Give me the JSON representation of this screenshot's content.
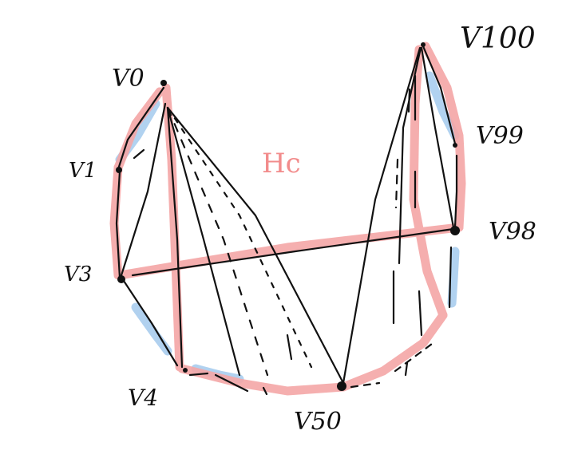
{
  "diagram": {
    "cycle_label": "Hc",
    "vertices": {
      "v0": "V0",
      "v1": "V1",
      "v3": "V3",
      "v4": "V4",
      "v50": "V50",
      "v99": "V99",
      "v100": "V100",
      "v98": "V98"
    }
  },
  "colors": {
    "highlight_red": "#f4a6a6",
    "highlight_blue": "#a9cdee",
    "ink": "#111111"
  }
}
